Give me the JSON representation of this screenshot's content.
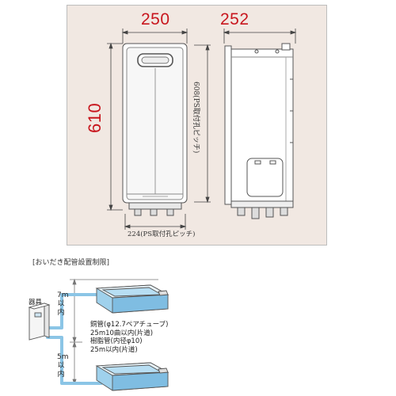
{
  "dimensions": {
    "width": "250",
    "depth": "252",
    "height": "610",
    "mount_height_label": "608(PS取付孔ピッチ)",
    "mount_width_label": "224(PS取付孔ピッチ)"
  },
  "section_title": "[おいだき配管設置制限]",
  "unit_label": "器具",
  "upper_limit_label": "7m以内",
  "lower_limit_label": "5m以内",
  "pipe_note": {
    "line1": "銅管(φ12.7ペアチューブ)",
    "line2": "25m10曲以内(片道)",
    "line3": "樹脂管(内径φ10)",
    "line4": "25m以内(片道)"
  },
  "colors": {
    "dimension_red": "#c8161e",
    "pipe_blue": "#8bc5e6",
    "tub_blue": "#9fd1ec",
    "panel_bg": "#f1e8e2"
  }
}
